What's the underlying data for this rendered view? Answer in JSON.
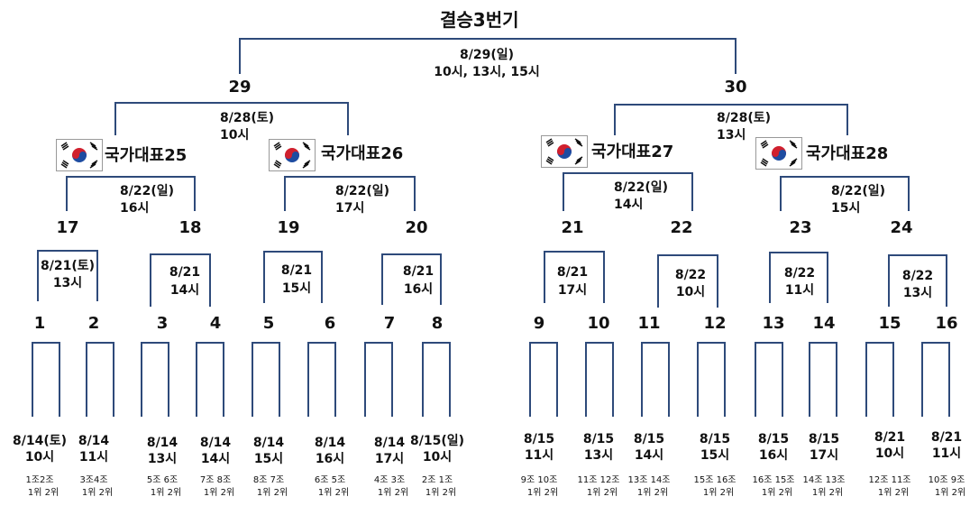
{
  "title": "결승3번기",
  "final": {
    "date": "8/29(일)",
    "times": "10시, 13시, 15시"
  },
  "semis": [
    {
      "number": "29",
      "date": "8/28(토)",
      "time": "10시"
    },
    {
      "number": "30",
      "date": "8/28(토)",
      "time": "13시"
    }
  ],
  "teams": [
    "국가대표25",
    "국가대표26",
    "국가대표27",
    "국가대표28"
  ],
  "quarters": [
    {
      "date": "8/22(일)",
      "time": "16시"
    },
    {
      "date": "8/22(일)",
      "time": "17시"
    },
    {
      "date": "8/22(일)",
      "time": "14시"
    },
    {
      "date": "8/22(일)",
      "time": "15시"
    }
  ],
  "round2": [
    {
      "number": "17",
      "date": "8/21(토)",
      "time": "13시"
    },
    {
      "number": "18",
      "date": "8/21",
      "time": "14시"
    },
    {
      "number": "19",
      "date": "8/21",
      "time": "15시"
    },
    {
      "number": "20",
      "date": "8/21",
      "time": "16시"
    },
    {
      "number": "21",
      "date": "8/21",
      "time": "17시"
    },
    {
      "number": "22",
      "date": "8/22",
      "time": "10시"
    },
    {
      "number": "23",
      "date": "8/22",
      "time": "11시"
    },
    {
      "number": "24",
      "date": "8/22",
      "time": "13시"
    }
  ],
  "round1": [
    {
      "number": "1",
      "date": "8/14(토)",
      "time": "10시",
      "groups": "1조2조",
      "ranks": "1위 2위"
    },
    {
      "number": "2",
      "date": "8/14",
      "time": "11시",
      "groups": "3조4조",
      "ranks": "1위 2위"
    },
    {
      "number": "3",
      "date": "8/14",
      "time": "13시",
      "groups": "5조 6조",
      "ranks": "1위 2위"
    },
    {
      "number": "4",
      "date": "8/14",
      "time": "14시",
      "groups": "7조 8조",
      "ranks": "1위 2위"
    },
    {
      "number": "5",
      "date": "8/14",
      "time": "15시",
      "groups": "8조 7조",
      "ranks": "1위 2위"
    },
    {
      "number": "6",
      "date": "8/14",
      "time": "16시",
      "groups": "6조 5조",
      "ranks": "1위 2위"
    },
    {
      "number": "7",
      "date": "8/14",
      "time": "17시",
      "groups": "4조 3조",
      "ranks": "1위 2위"
    },
    {
      "number": "8",
      "date": "8/15(일)",
      "time": "10시",
      "groups": "2조 1조",
      "ranks": "1위 2위"
    },
    {
      "number": "9",
      "date": "8/15",
      "time": "11시",
      "groups": "9조 10조",
      "ranks": "1위 2위"
    },
    {
      "number": "10",
      "date": "8/15",
      "time": "13시",
      "groups": "11조 12조",
      "ranks": "1위 2위"
    },
    {
      "number": "11",
      "date": "8/15",
      "time": "14시",
      "groups": "13조 14조",
      "ranks": "1위 2위"
    },
    {
      "number": "12",
      "date": "8/15",
      "time": "15시",
      "groups": "15조 16조",
      "ranks": "1위 2위"
    },
    {
      "number": "13",
      "date": "8/15",
      "time": "16시",
      "groups": "16조 15조",
      "ranks": "1위 2위"
    },
    {
      "number": "14",
      "date": "8/15",
      "time": "17시",
      "groups": "14조 13조",
      "ranks": "1위 2위"
    },
    {
      "number": "15",
      "date": "8/21",
      "time": "10시",
      "groups": "12조 11조",
      "ranks": "1위 2위"
    },
    {
      "number": "16",
      "date": "8/21",
      "time": "11시",
      "groups": "10조 9조",
      "ranks": "1위 2위"
    }
  ],
  "icons": {
    "flag": "south-korea-flag-icon"
  },
  "colors": {
    "bracket_line": "#2E4A7A",
    "text": "#111111",
    "background": "#FFFFFF"
  }
}
